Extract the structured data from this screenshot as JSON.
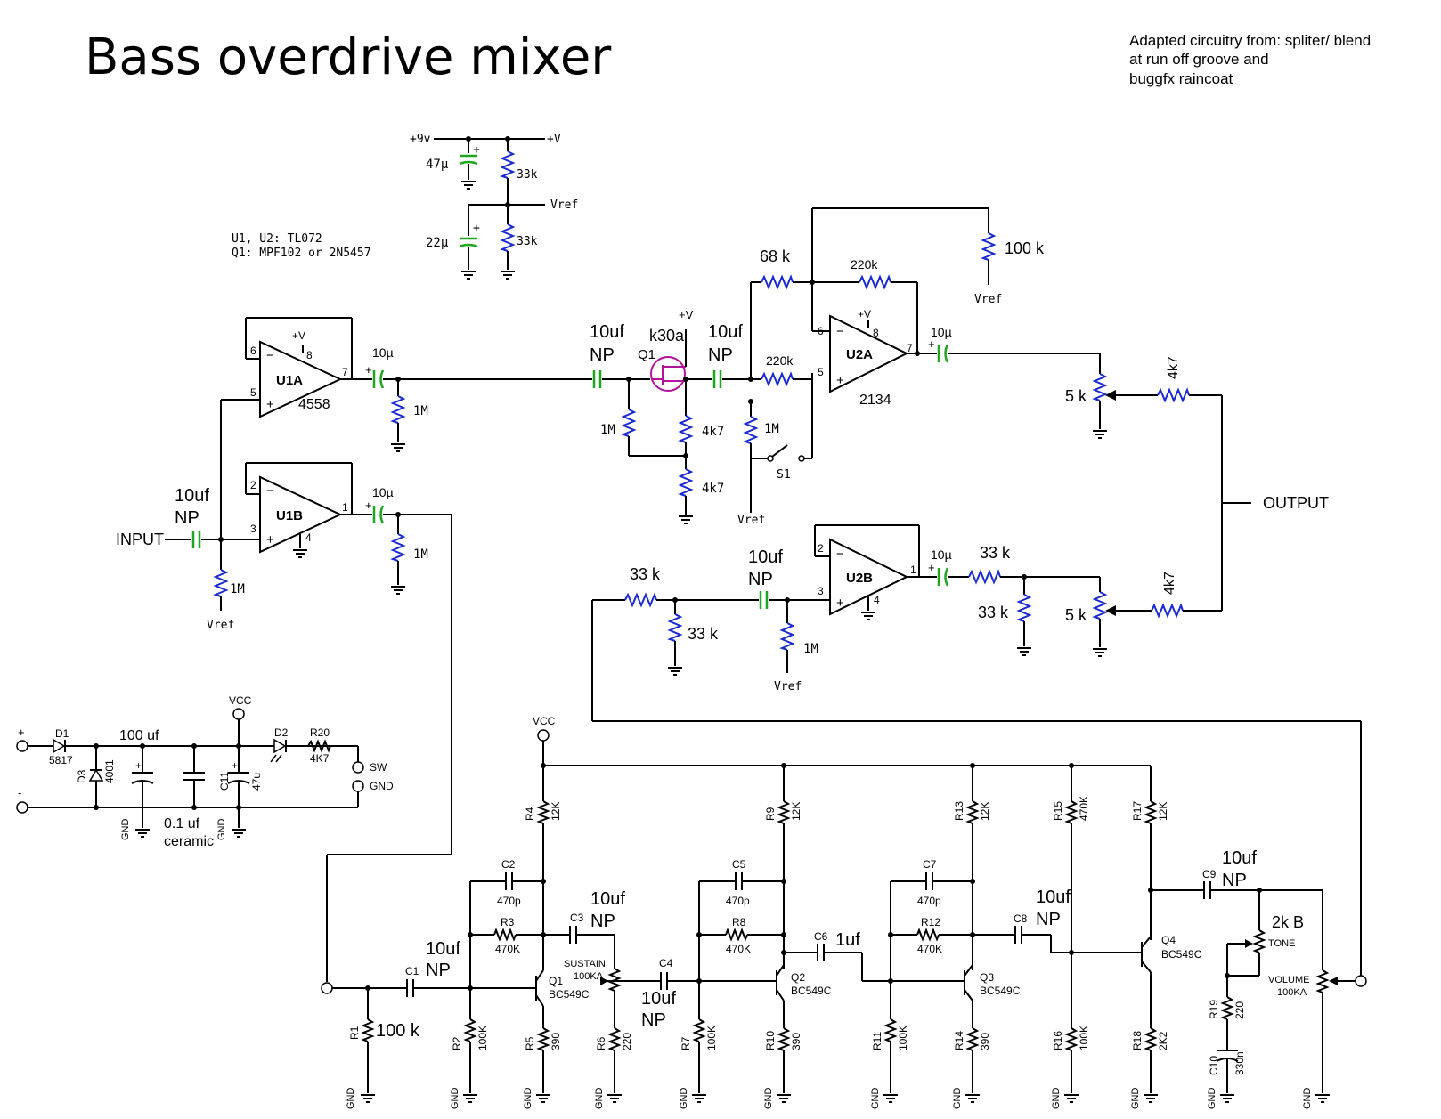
{
  "title": "Bass overdrive mixer",
  "credits": [
    "Adapted circuitry from: spliter/ blend",
    "at run off groove and",
    "buggfx raincoat"
  ],
  "notes": [
    "U1, U2: TL072",
    "Q1: MPF102 or 2N5457"
  ],
  "supply": {
    "v9": "+9v",
    "vplus": "+V",
    "vref": "Vref",
    "c47": "47µ",
    "c22": "22µ",
    "r_top": "33k",
    "r_bot": "33k"
  },
  "opamps": {
    "u1a": {
      "name": "U1A",
      "part": "4558",
      "pin_minus": "6",
      "pin_plus": "5",
      "pin_out": "7",
      "pin_pwr": "8",
      "pwr": "+V"
    },
    "u1b": {
      "name": "U1B",
      "pin_minus": "2",
      "pin_plus": "3",
      "pin_out": "1",
      "pin_gnd": "4"
    },
    "u2a": {
      "name": "U2A",
      "part": "2134",
      "pin_minus": "6",
      "pin_plus": "5",
      "pin_out": "7",
      "pin_pwr": "8",
      "pwr": "+V"
    },
    "u2b": {
      "name": "U2B",
      "pin_minus": "2",
      "pin_plus": "3",
      "pin_out": "1",
      "pin_gnd": "4"
    }
  },
  "input": {
    "label": "INPUT",
    "cap_line1": "10uf",
    "cap_line2": "NP",
    "bias_r": "1M",
    "vref": "Vref"
  },
  "u1a_out": {
    "cap": "10µ",
    "plus": "+",
    "r": "1M"
  },
  "u1b_out": {
    "cap": "10µ",
    "plus": "+",
    "r": "1M"
  },
  "jfet": {
    "name": "Q1",
    "part": "k30a",
    "vplus": "+V",
    "cin_1": "10uf",
    "cin_2": "NP",
    "cout_1": "10uf",
    "cout_2": "NP",
    "r_gate": "1M",
    "r_drain": "4k7",
    "r_source": "4k7"
  },
  "u2a_net": {
    "r_in": "220k",
    "r_68k": "68 k",
    "r_fb": "220k",
    "r_100k": "100 k",
    "vref": "Vref",
    "r_1m": "1M",
    "vref2": "Vref",
    "switch": "S1",
    "cap_out": "10µ",
    "plus": "+"
  },
  "blend": {
    "pot1": "5 k",
    "r1": "4k7",
    "pot2": "5 k",
    "r2": "4k7",
    "output": "OUTPUT"
  },
  "u2b_net": {
    "r_in": "33 k",
    "r_div": "33 k",
    "cap_1": "10uf",
    "cap_2": "NP",
    "r_bias": "1M",
    "vref": "Vref",
    "cap_out": "10µ",
    "plus": "+",
    "r_out": "33 k",
    "r_shunt": "33 k"
  },
  "power": {
    "plus": "+",
    "minus": "-",
    "d1": "D1",
    "d1_part": "5817",
    "d3": "D3",
    "d3_part": "4001",
    "c_big": "100 uf",
    "c_cer_1": "0.1 uf",
    "c_cer_2": "ceramic",
    "c11": "C11",
    "c11_val": "47u",
    "vcc": "VCC",
    "d2": "D2",
    "r20": "R20",
    "r20_val": "4K7",
    "sw": "SW",
    "gnd": "GND",
    "gnd1": "GND",
    "gnd2": "GND"
  },
  "raincoat": {
    "vcc": "VCC",
    "c1": "C1",
    "c1_val_1": "10uf",
    "c1_val_2": "NP",
    "r1": "R1",
    "r1_val": "100 k",
    "r2": "R2",
    "r2_val": "100K",
    "c2": "C2",
    "c2_val": "470p",
    "r3": "R3",
    "r3_val": "470K",
    "r4": "R4",
    "r4_val": "12K",
    "q1": "Q1",
    "q1_part": "BC549C",
    "r5": "R5",
    "r5_val": "390",
    "c3": "C3",
    "c3_val_1": "10uf",
    "c3_val_2": "NP",
    "sustain": "SUSTAIN",
    "sustain_val": "100KA",
    "r6": "R6",
    "r6_val": "220",
    "c4": "C4",
    "c4_val_1": "10uf",
    "c4_val_2": "NP",
    "r7": "R7",
    "r7_val": "100K",
    "c5": "C5",
    "c5_val": "470p",
    "r8": "R8",
    "r8_val": "470K",
    "r9": "R9",
    "r9_val": "12K",
    "q2": "Q2",
    "q2_part": "BC549C",
    "r10": "R10",
    "r10_val": "390",
    "c6": "C6",
    "c6_val": "1uf",
    "r11": "R11",
    "r11_val": "100K",
    "c7": "C7",
    "c7_val": "470p",
    "r12": "R12",
    "r12_val": "470K",
    "r13": "R13",
    "r13_val": "12K",
    "q3": "Q3",
    "q3_part": "BC549C",
    "r14": "R14",
    "r14_val": "390",
    "c8": "C8",
    "c8_val_1": "10uf",
    "c8_val_2": "NP",
    "r15": "R15",
    "r15_val": "470K",
    "r16": "R16",
    "r16_val": "100K",
    "q4": "Q4",
    "q4_part": "BC549C",
    "r17": "R17",
    "r17_val": "12K",
    "r18": "R18",
    "r18_val": "2K2",
    "c9": "C9",
    "c9_val_1": "10uf",
    "c9_val_2": "NP",
    "tone": "TONE",
    "tone_val": "2k B",
    "r19": "R19",
    "r19_val": "220",
    "c10": "C10",
    "c10_val": "330n",
    "volume": "VOLUME",
    "volume_val": "100KA",
    "gnd": "GND"
  }
}
